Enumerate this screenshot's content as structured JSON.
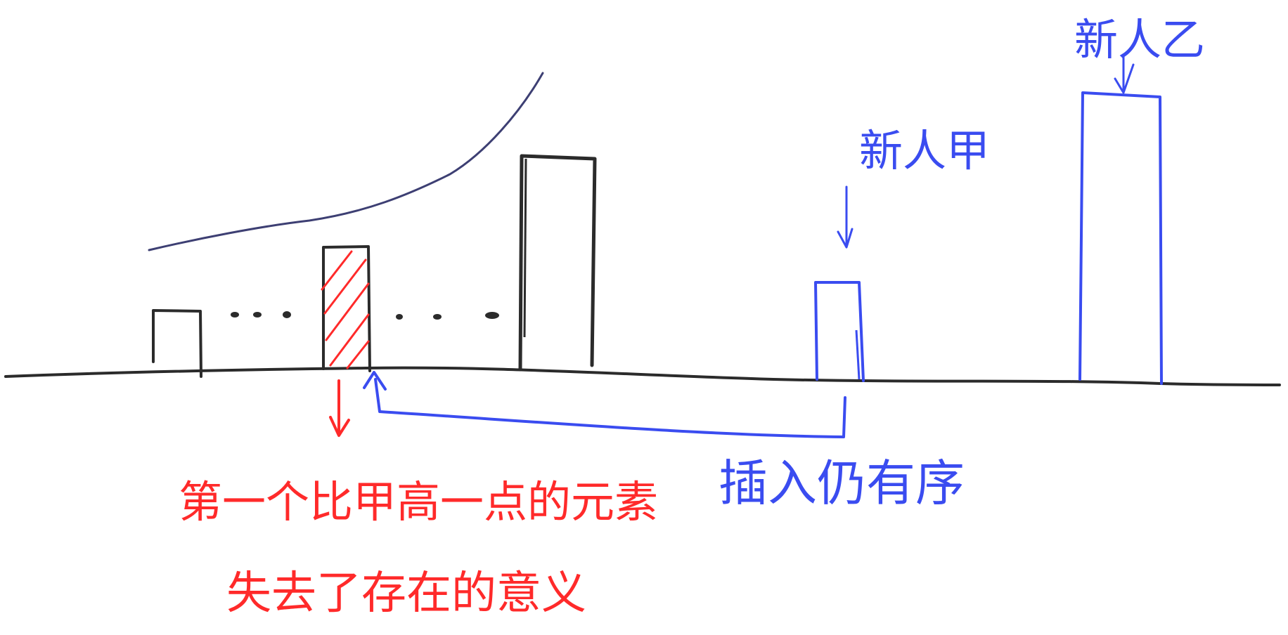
{
  "labels": {
    "new_person_a": "新人甲",
    "new_person_b": "新人乙",
    "insert_note": "插入仍有序",
    "red_note_line1": "第一个比甲高一点的元素",
    "red_note_line2": "失去了存在的意义"
  },
  "colors": {
    "ink_black": "#2b2b2b",
    "ink_blue": "#3a4cf0",
    "ink_red": "#ff2a2a",
    "curve_navy": "#3d3f73",
    "background": "#ffffff"
  }
}
